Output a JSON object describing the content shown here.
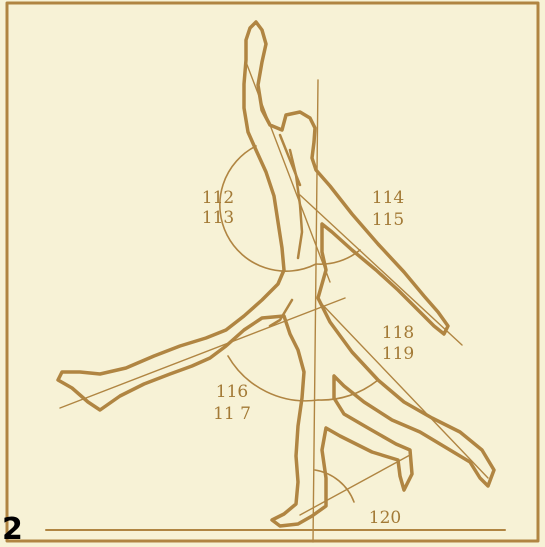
{
  "figure": {
    "number": "2",
    "colors": {
      "line": "#b08542",
      "background": "#f7f2d6",
      "number": "#000000"
    },
    "labels": {
      "a112": "112",
      "a113": "113",
      "a114": "114",
      "a115": "115",
      "a118": "118",
      "a119": "119",
      "a116": "116",
      "a117": "11 7",
      "a120": "120"
    }
  }
}
